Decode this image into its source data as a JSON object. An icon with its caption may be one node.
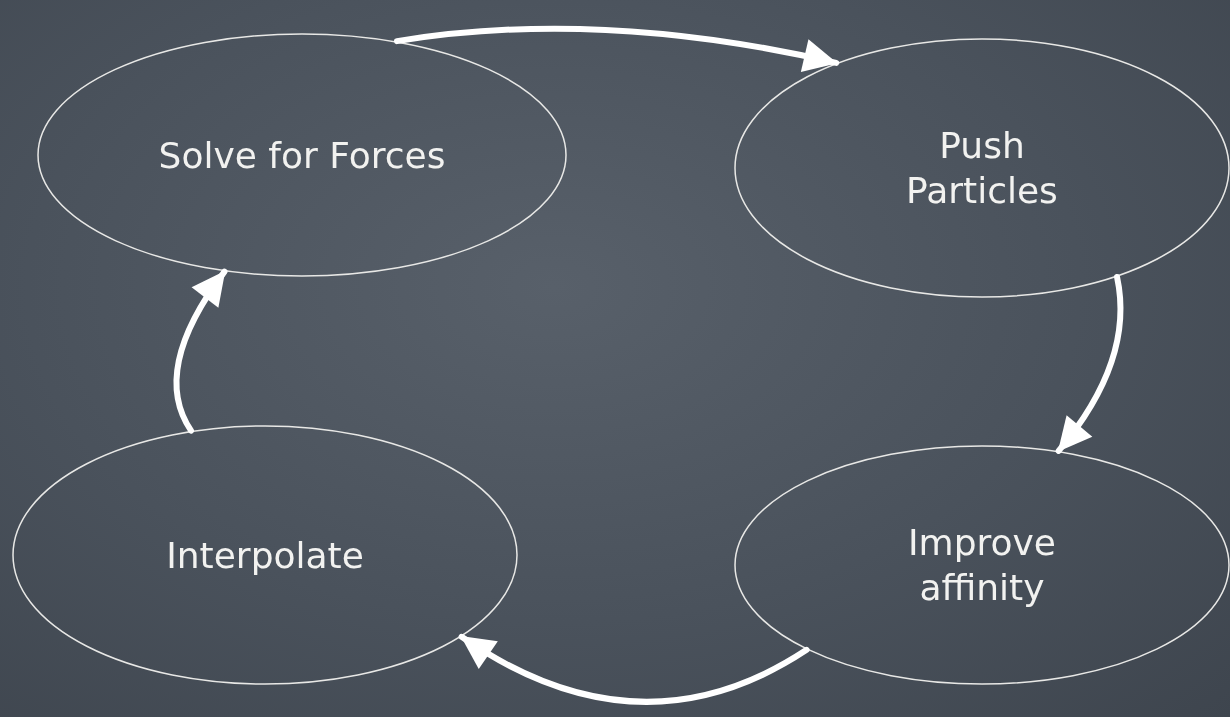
{
  "diagram": {
    "nodes": [
      {
        "text": [
          "Solve for Forces"
        ]
      },
      {
        "text": [
          "Push Particles"
        ]
      },
      {
        "text": [
          "Improve affinity"
        ]
      },
      {
        "text": [
          "Interpolate"
        ]
      }
    ],
    "edges": [
      {
        "from": 0,
        "to": 1,
        "arrow": "to"
      },
      {
        "from": 1,
        "to": 2,
        "arrow": "to"
      },
      {
        "from": 2,
        "to": 3,
        "arrow": "to"
      },
      {
        "from": 3,
        "to": 0,
        "arrow": "to"
      }
    ]
  }
}
